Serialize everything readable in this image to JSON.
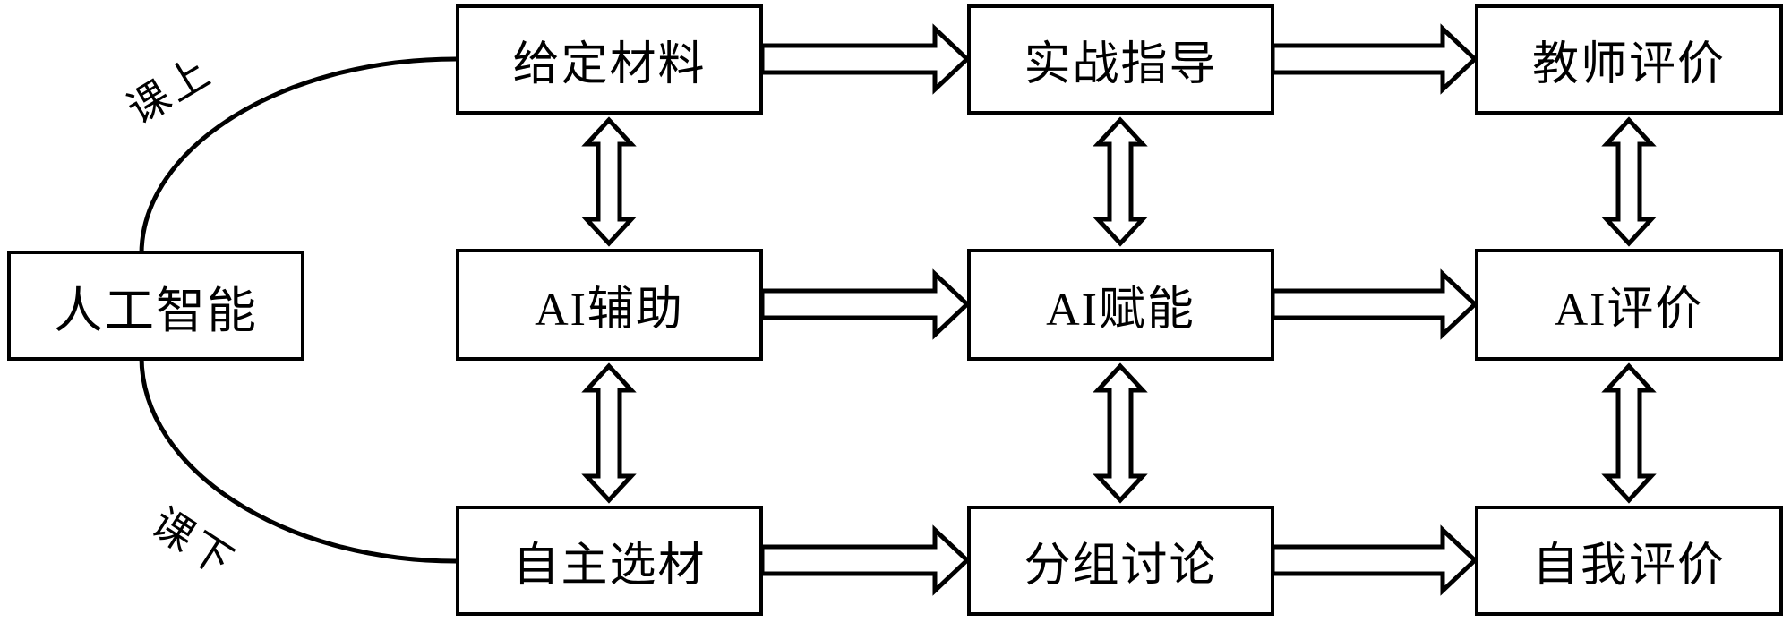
{
  "diagram": {
    "root": {
      "label": "人工智能"
    },
    "branch_labels": {
      "top": "课上",
      "bottom": "课下"
    },
    "rows": [
      {
        "id": "in-class",
        "boxes": [
          "给定材料",
          "实战指导",
          "教师评价"
        ]
      },
      {
        "id": "ai-layer",
        "boxes": [
          "AI辅助",
          "AI赋能",
          "AI评价"
        ]
      },
      {
        "id": "after-class",
        "boxes": [
          "自主选材",
          "分组讨论",
          "自我评价"
        ]
      }
    ],
    "connectors": {
      "horizontal_arrow_direction": "right",
      "vertical_arrow_direction": "both"
    },
    "colors": {
      "stroke": "#000000",
      "background": "#ffffff",
      "box_fill": "#ffffff"
    }
  }
}
